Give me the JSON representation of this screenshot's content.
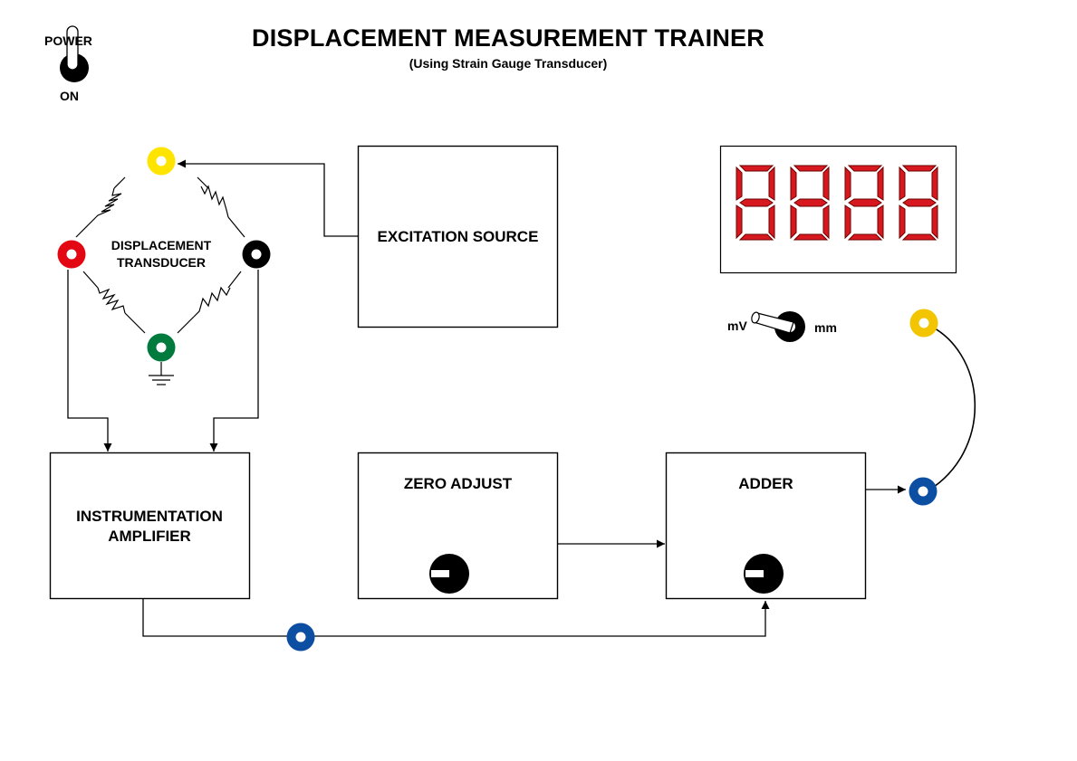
{
  "title": "DISPLACEMENT MEASUREMENT TRAINER",
  "subtitle": "(Using Strain Gauge Transducer)",
  "power_switch": {
    "label": "POWER",
    "state": "ON"
  },
  "transducer": {
    "line1": "DISPLACEMENT",
    "line2": "TRANSDUCER"
  },
  "blocks": {
    "excitation": "EXCITATION SOURCE",
    "inamp_line1": "INSTRUMENTATION",
    "inamp_line2": "AMPLIFIER",
    "zero_adjust": "ZERO ADJUST",
    "adder": "ADDER"
  },
  "unit_switch": {
    "left": "mV",
    "right": "mm"
  },
  "display": {
    "digits": [
      "8",
      "8",
      "8",
      "8"
    ],
    "segment_color": "#d7191f"
  },
  "colors": {
    "yellow": "#ffe400",
    "red": "#e30613",
    "black": "#000000",
    "green": "#007a3d",
    "blue": "#0b4ea2",
    "gold": "#f2c500"
  },
  "icons": {
    "terminal": "socket-terminal",
    "knob": "rotary-knob-icon",
    "ground": "ground-symbol-icon",
    "resistor": "strain-gauge-resistor-icon"
  }
}
